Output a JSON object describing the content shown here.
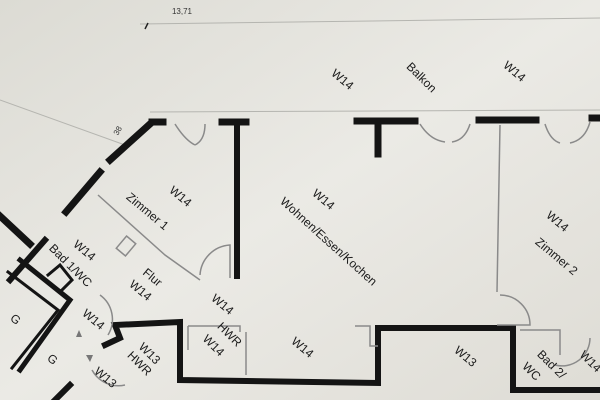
{
  "plan": {
    "dimension_top": "13,71",
    "dimension_small": "38",
    "labels": [
      {
        "text": "W14"
      },
      {
        "text": "Balkon"
      },
      {
        "text": "W14"
      },
      {
        "text": "W14"
      },
      {
        "text": "Zimmer 1"
      },
      {
        "text": "W14"
      },
      {
        "text": "Wohnen/Essen/Kochen"
      },
      {
        "text": "W14"
      },
      {
        "text": "Zimmer 2"
      },
      {
        "text": "Bad 1/WC"
      },
      {
        "text": "W14"
      },
      {
        "text": "Flur"
      },
      {
        "text": "W14"
      },
      {
        "text": "W14"
      },
      {
        "text": "W14"
      },
      {
        "text": "G"
      },
      {
        "text": "G"
      },
      {
        "text": "HWR"
      },
      {
        "text": "W14"
      },
      {
        "text": "W14"
      },
      {
        "text": "W13"
      },
      {
        "text": "HWR"
      },
      {
        "text": "W13"
      },
      {
        "text": "W13"
      },
      {
        "text": "Bad 2/"
      },
      {
        "text": "WC"
      },
      {
        "text": "W14"
      }
    ]
  }
}
